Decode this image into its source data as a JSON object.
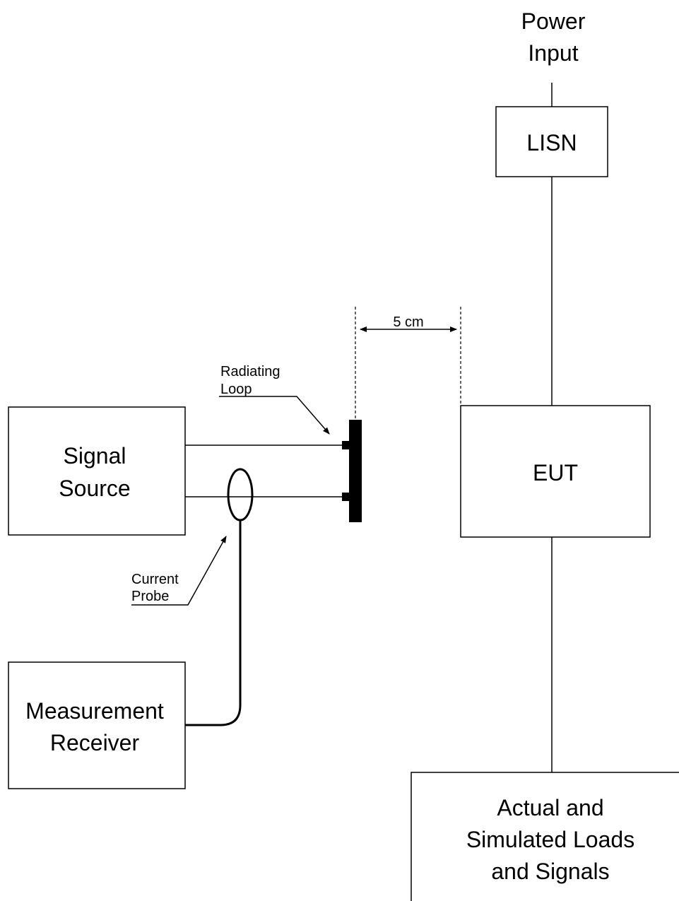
{
  "labels": {
    "power_input_line1": "Power",
    "power_input_line2": "Input",
    "lisn": "LISN",
    "distance": "5 cm",
    "radiating_loop_line1": "Radiating",
    "radiating_loop_line2": "Loop",
    "signal_source_line1": "Signal",
    "signal_source_line2": "Source",
    "eut": "EUT",
    "current_probe_line1": "Current",
    "current_probe_line2": "Probe",
    "measurement_receiver_line1": "Measurement",
    "measurement_receiver_line2": "Receiver",
    "loads_line1": "Actual and",
    "loads_line2": "Simulated Loads",
    "loads_line3": "and Signals"
  }
}
